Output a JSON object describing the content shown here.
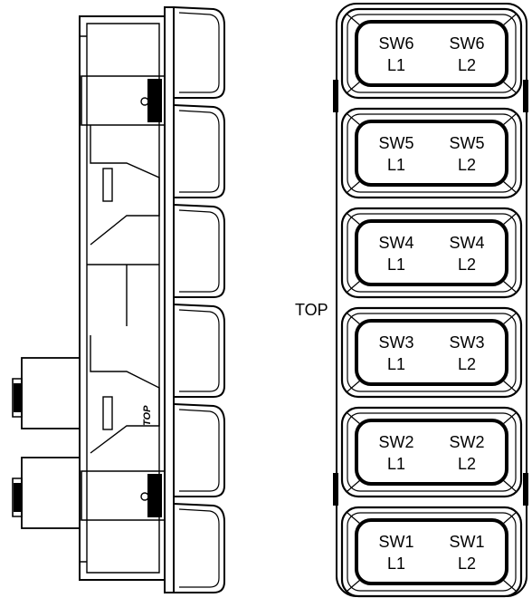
{
  "top_label": "TOP",
  "side_top_label": "TOP",
  "switches": [
    {
      "id": "sw6",
      "left": "SW6\nL1",
      "right": "SW6\nL2"
    },
    {
      "id": "sw5",
      "left": "SW5\nL1",
      "right": "SW5\nL2"
    },
    {
      "id": "sw4",
      "left": "SW4\nL1",
      "right": "SW4\nL2"
    },
    {
      "id": "sw3",
      "left": "SW3\nL1",
      "right": "SW3\nL2"
    },
    {
      "id": "sw2",
      "left": "SW2\nL1",
      "right": "SW2\nL2"
    },
    {
      "id": "sw1",
      "left": "SW1\nL1",
      "right": "SW1\nL2"
    }
  ],
  "switch_left_line1": [
    "SW6",
    "SW5",
    "SW4",
    "SW3",
    "SW2",
    "SW1"
  ],
  "switch_left_line2": [
    "L1",
    "L1",
    "L1",
    "L1",
    "L1",
    "L1"
  ],
  "switch_right_line1": [
    "SW6",
    "SW5",
    "SW4",
    "SW3",
    "SW2",
    "SW1"
  ],
  "switch_right_line2": [
    "L2",
    "L2",
    "L2",
    "L2",
    "L2",
    "L2"
  ]
}
